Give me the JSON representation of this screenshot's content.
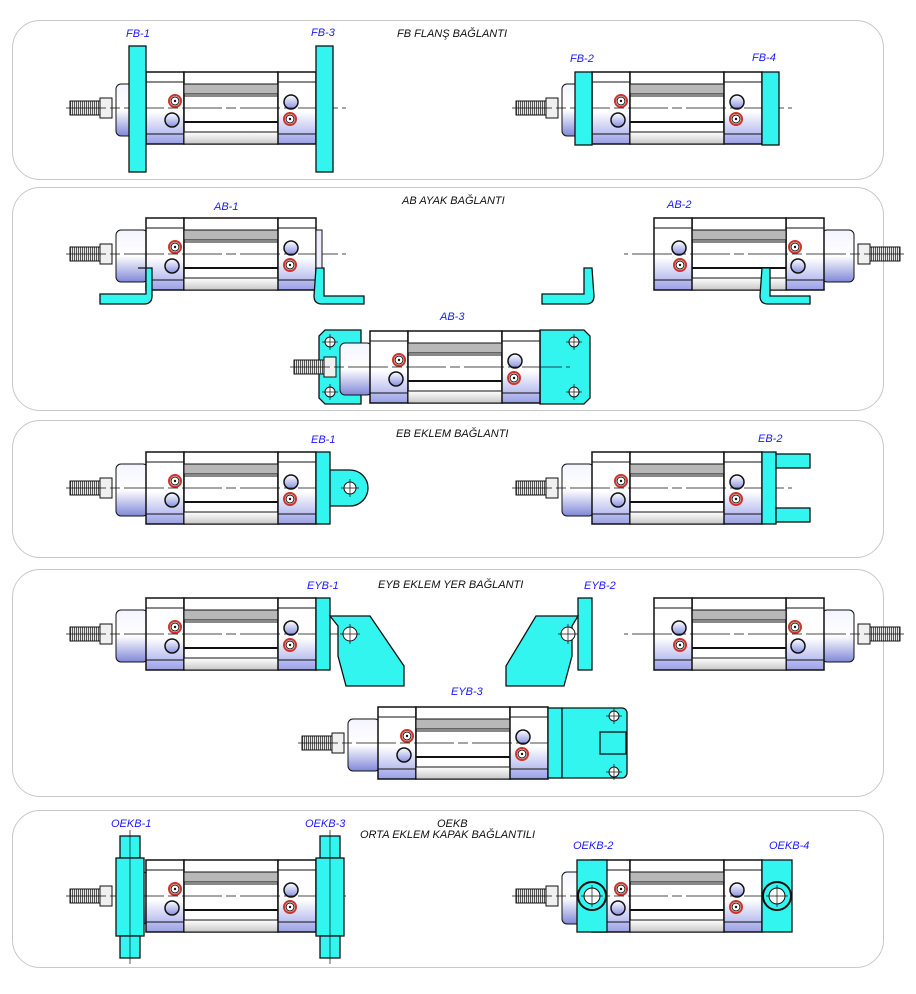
{
  "sections": [
    {
      "id": "fb",
      "title": "FB FLANŞ BAĞLANTI",
      "labels": [
        "FB-1",
        "FB-3",
        "FB-2",
        "FB-4"
      ]
    },
    {
      "id": "ab",
      "title": "AB AYAK BAĞLANTI",
      "labels": [
        "AB-1",
        "AB-2",
        "AB-3"
      ]
    },
    {
      "id": "eb",
      "title": "EB  EKLEM BAĞLANTI",
      "labels": [
        "EB-1",
        "EB-2"
      ]
    },
    {
      "id": "eyb",
      "title": "EYB  EKLEM YER BAĞLANTI",
      "labels": [
        "EYB-1",
        "EYB-2",
        "EYB-3"
      ]
    },
    {
      "id": "oekb",
      "title_line1": "OEKB",
      "title_line2": "ORTA EKLEM KAPAK BAĞLANTILI",
      "labels": [
        "OEKB-1",
        "OEKB-3",
        "OEKB-2",
        "OEKB-4"
      ]
    }
  ],
  "colors": {
    "mount": "#33f5f0",
    "label": "#1a1aff",
    "outline": "#111111",
    "screw_ring": "#d0342c",
    "barrel_stripe": "#b8b8b8"
  }
}
